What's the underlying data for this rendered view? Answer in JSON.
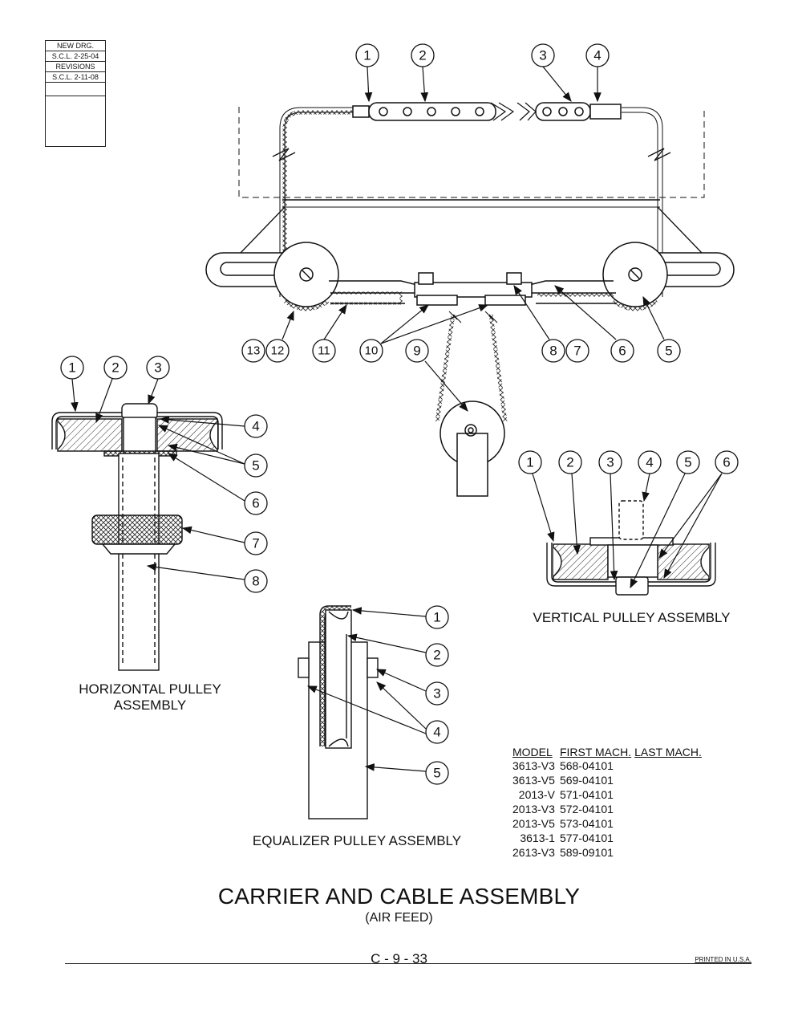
{
  "revision_block": {
    "new_drg_label": "NEW DRG.",
    "new_drg_value": "S.C.L. 2-25-04",
    "revisions_label": "REVISIONS",
    "revision_1": "S.C.L. 2-11-08"
  },
  "carrier_callouts": [
    "1",
    "2",
    "3",
    "4",
    "13",
    "12",
    "11",
    "10",
    "9",
    "8",
    "7",
    "6",
    "5"
  ],
  "horizontal_callouts": [
    "1",
    "2",
    "3",
    "4",
    "5",
    "6",
    "7",
    "8"
  ],
  "vertical_callouts": [
    "1",
    "2",
    "3",
    "4",
    "5",
    "6"
  ],
  "equalizer_callouts": [
    "1",
    "2",
    "3",
    "4",
    "5"
  ],
  "labels": {
    "horizontal_line1": "HORIZONTAL PULLEY",
    "horizontal_line2": "ASSEMBLY",
    "vertical": "VERTICAL PULLEY ASSEMBLY",
    "equalizer": "EQUALIZER PULLEY ASSEMBLY"
  },
  "model_table": {
    "headers": [
      "MODEL",
      "FIRST MACH.",
      "LAST MACH."
    ],
    "rows": [
      [
        "3613-V3",
        "568-04101",
        ""
      ],
      [
        "3613-V5",
        "569-04101",
        ""
      ],
      [
        "2013-V",
        "571-04101",
        ""
      ],
      [
        "2013-V3",
        "572-04101",
        ""
      ],
      [
        "2013-V5",
        "573-04101",
        ""
      ],
      [
        "3613-1",
        "577-04101",
        ""
      ],
      [
        "2613-V3",
        "589-09101",
        ""
      ]
    ]
  },
  "title": "CARRIER AND CABLE ASSEMBLY",
  "subtitle": "(AIR FEED)",
  "page_number": "C - 9 - 33",
  "printed": "PRINTED IN U.S.A."
}
